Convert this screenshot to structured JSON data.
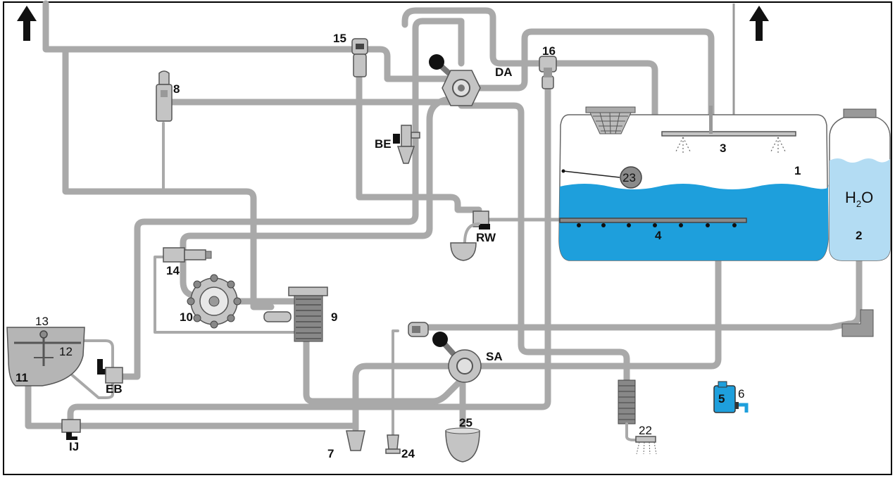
{
  "labels": {
    "tank_main": "1",
    "tank_water": "2",
    "boom_3": "3",
    "agitator_4": "4",
    "can_5": "5",
    "tap_6": "6",
    "drain_7": "7",
    "gauge_8": "8",
    "filter_9": "9",
    "pump_10": "10",
    "inductor_11": "11",
    "valve_12": "12",
    "lid_13": "13",
    "regulator_14": "14",
    "sensor_15": "15",
    "valve_16": "16",
    "hose_reel_22": "22",
    "level_23": "23",
    "valve_24": "24",
    "bucket_25": "25",
    "valve_da": "DA",
    "valve_be": "BE",
    "valve_rw": "RW",
    "valve_sa": "SA",
    "valve_eb": "EB",
    "valve_ij": "IJ",
    "water_h": "H",
    "water_sub": "2",
    "water_o": "O"
  },
  "colors": {
    "pipe": "#a9a9a9",
    "liquid": "#1e9fdc",
    "liquid_light": "#b3dcf3",
    "part": "#c4c4c4",
    "frame": "#000000"
  },
  "icons": {
    "up_arrow_left": "arrow-up-icon",
    "up_arrow_right": "arrow-up-icon"
  }
}
